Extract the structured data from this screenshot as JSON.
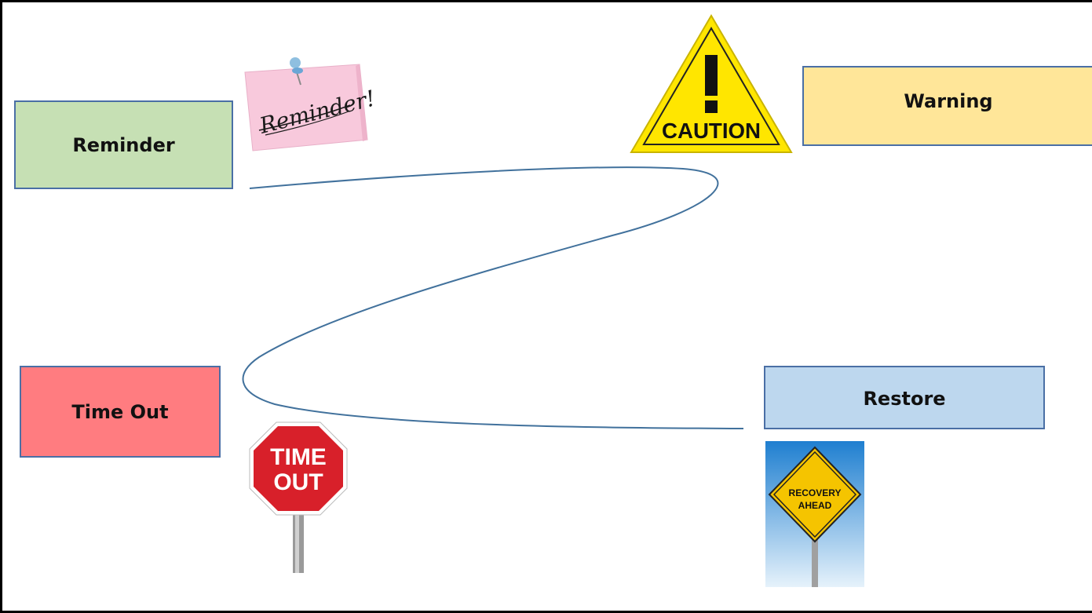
{
  "nodes": {
    "reminder": "Reminder",
    "warning": "Warning",
    "timeout": "Time Out",
    "restore": "Restore"
  },
  "images": {
    "sticky_note_text": "Reminder!",
    "caution_sign_text": "CAUTION",
    "stop_sign_line1": "TIME",
    "stop_sign_line2": "OUT",
    "road_sign_line1": "RECOVERY",
    "road_sign_line2": "AHEAD"
  },
  "colors": {
    "reminder": "#c6e0b4",
    "warning": "#ffe699",
    "timeout": "#ff7c80",
    "restore": "#bdd7ee",
    "connector": "#41719c"
  }
}
